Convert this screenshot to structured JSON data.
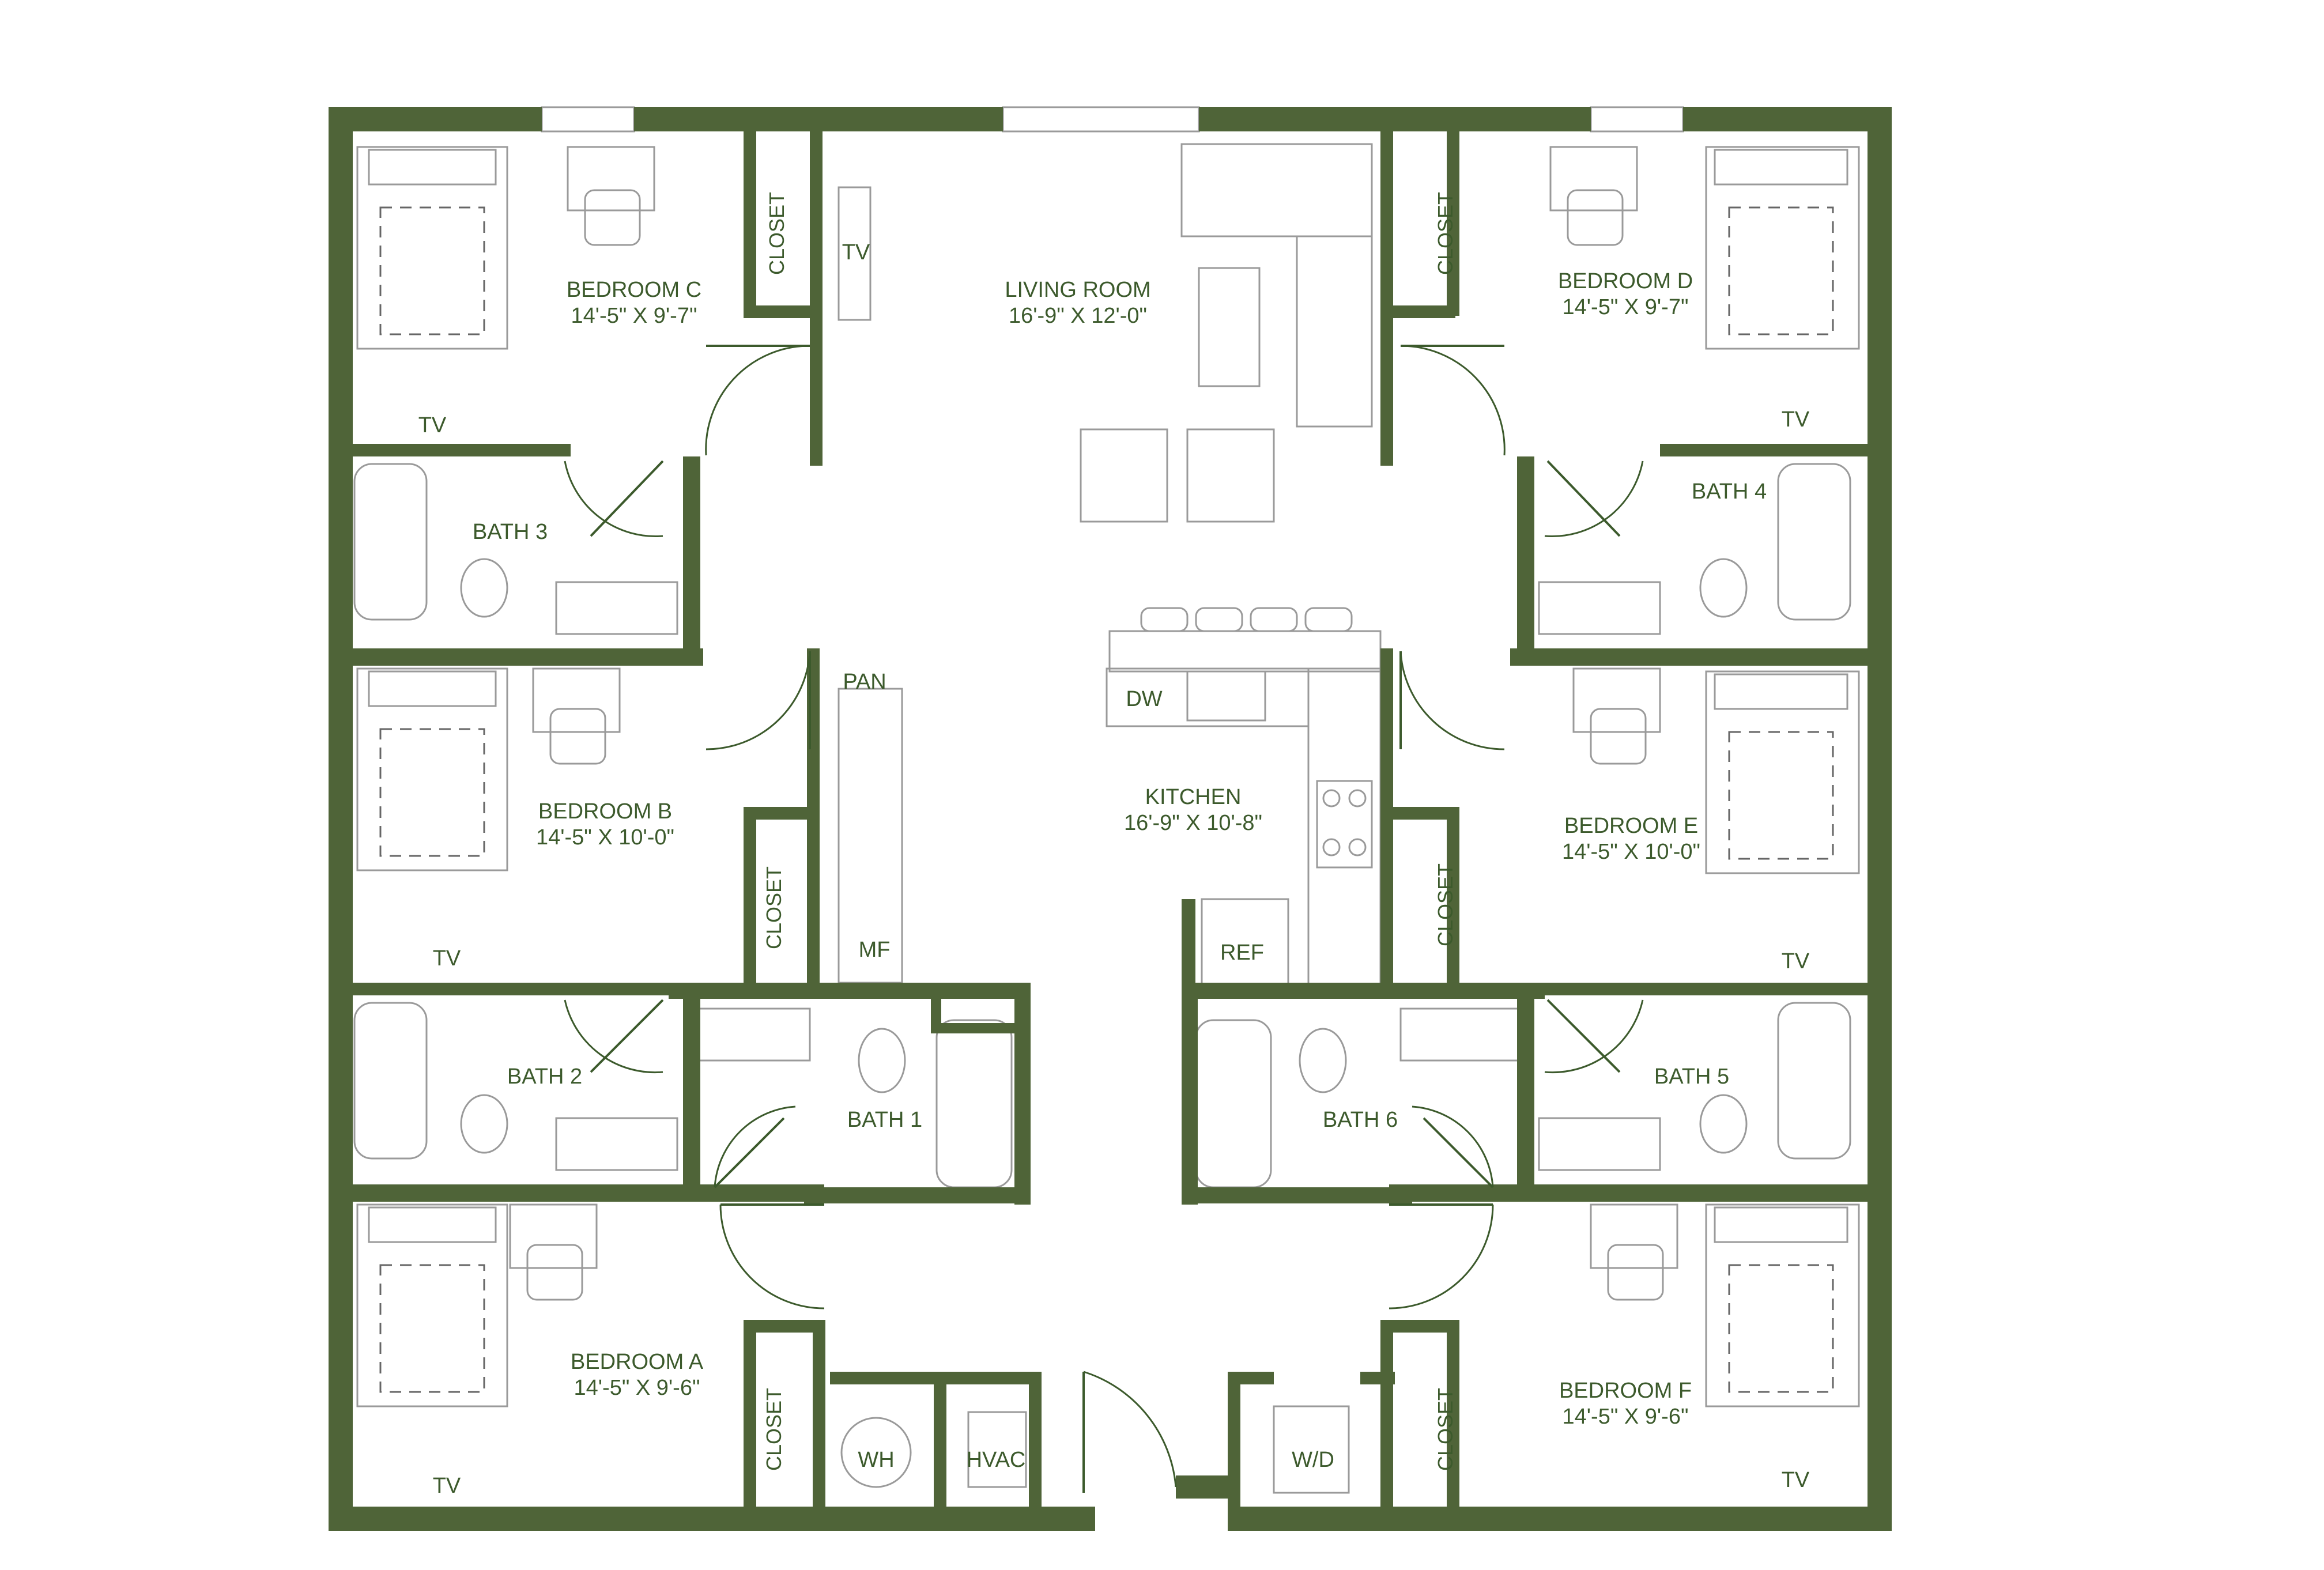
{
  "rooms": {
    "bedroom_c": {
      "name": "BEDROOM C",
      "dims": "14'-5\" X 9'-7\""
    },
    "bedroom_d": {
      "name": "BEDROOM D",
      "dims": "14'-5\" X 9'-7\""
    },
    "bedroom_b": {
      "name": "BEDROOM B",
      "dims": "14'-5\" X 10'-0\""
    },
    "bedroom_e": {
      "name": "BEDROOM E",
      "dims": "14'-5\" X 10'-0\""
    },
    "bedroom_a": {
      "name": "BEDROOM A",
      "dims": "14'-5\" X 9'-6\""
    },
    "bedroom_f": {
      "name": "BEDROOM F",
      "dims": "14'-5\" X 9'-6\""
    },
    "living_room": {
      "name": "LIVING ROOM",
      "dims": "16'-9\" X 12'-0\""
    },
    "kitchen": {
      "name": "KITCHEN",
      "dims": "16'-9\" X 10'-8\""
    },
    "bath_1": "BATH 1",
    "bath_2": "BATH 2",
    "bath_3": "BATH 3",
    "bath_4": "BATH 4",
    "bath_5": "BATH 5",
    "bath_6": "BATH 6"
  },
  "fixtures": {
    "tv": "TV",
    "closet": "CLOSET",
    "pantry": "PAN",
    "mf": "MF",
    "dishwasher": "DW",
    "refrigerator": "REF",
    "water_heater": "WH",
    "hvac": "HVAC",
    "washer_dryer": "W/D"
  },
  "colors": {
    "wall": "#4f6438",
    "label": "#3c5a2c"
  }
}
